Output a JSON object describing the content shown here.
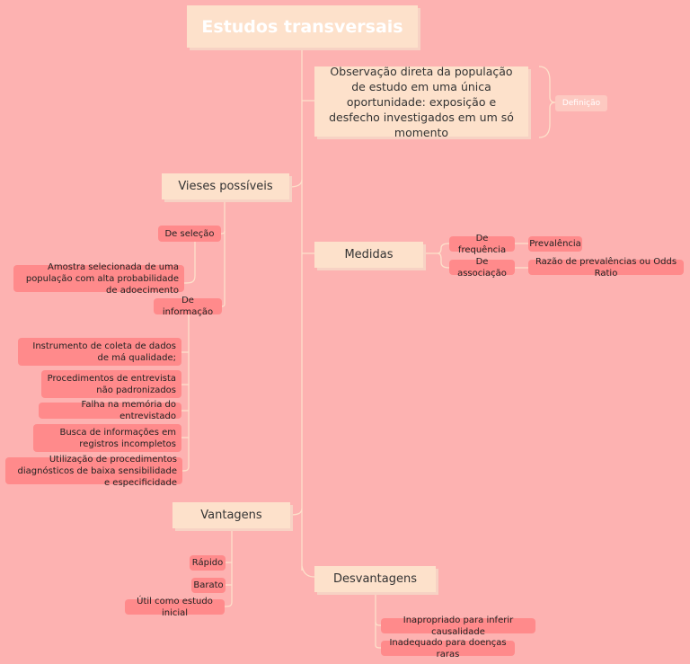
{
  "title": "Estudos transversais",
  "definicao": {
    "text": "Observação direta da população de estudo em uma única oportunidade: exposição e desfecho investigados em um só momento",
    "tag": "Definição"
  },
  "vieses": {
    "label": "Vieses possíveis",
    "selecao": {
      "label": "De seleção",
      "items": [
        "Amostra selecionada de uma população com alta probabilidade de adoecimento"
      ]
    },
    "informacao": {
      "label": "De informação",
      "items": [
        "Instrumento de coleta de dados de má qualidade;",
        "Procedimentos de entrevista não padronizados",
        "Falha na memória do entrevistado",
        "Busca de informações em registros incompletos",
        "Utilização de procedimentos diagnósticos de baixa sensibilidade e especificidade"
      ]
    }
  },
  "medidas": {
    "label": "Medidas",
    "frequencia": {
      "label": "De frequência",
      "value": "Prevalência"
    },
    "associacao": {
      "label": "De associação",
      "value": "Razão de prevalências ou Odds Ratio"
    }
  },
  "vantagens": {
    "label": "Vantagens",
    "items": [
      "Rápido",
      "Barato",
      "Útil como estudo inicial"
    ]
  },
  "desvantagens": {
    "label": "Desvantagens",
    "items": [
      "Inapropriado para inferir causalidade",
      "Inadequado para doenças raras"
    ]
  }
}
